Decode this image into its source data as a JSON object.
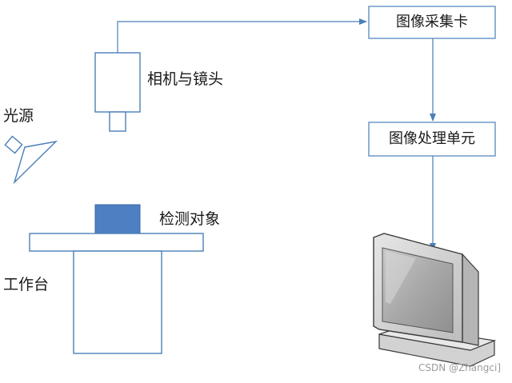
{
  "labels": {
    "camera_lens": "相机与镜头",
    "light_source": "光源",
    "inspected_object": "检测对象",
    "workbench": "工作台",
    "capture_card": "图像采集卡",
    "processing_unit": "图像处理单元"
  },
  "watermark": "CSDN @Zhangci]",
  "colors": {
    "line": "#4a7fb8",
    "object_fill": "#4e7fc2",
    "monitor_frame": "#cfcfcf",
    "monitor_screen": "#a9a9a9"
  }
}
